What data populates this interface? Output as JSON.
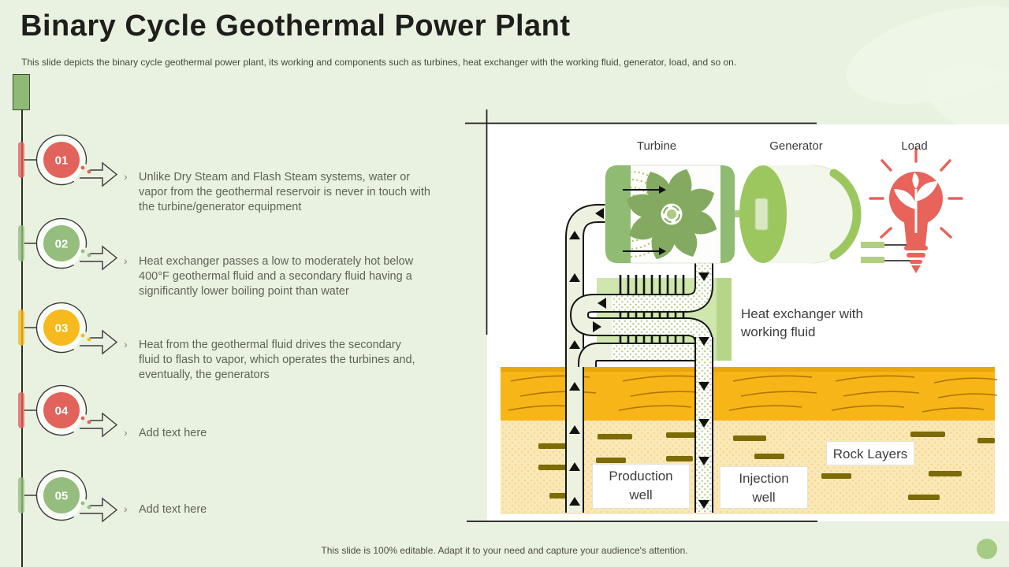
{
  "slide": {
    "title": "Binary Cycle Geothermal Power Plant",
    "subtitle": "This slide depicts the binary cycle geothermal power plant, its working and components such as turbines, heat exchanger with the working fluid, generator, load, and so on.",
    "footer": "This slide is 100% editable. Adapt it to your need and capture your audience's attention.",
    "bullet_glyph": "›"
  },
  "steps": [
    {
      "number": "01",
      "color": "#e2635c",
      "text": "Unlike Dry Steam and Flash Steam systems, water or\nvapor from the geothermal reservoir is never in touch with\nthe turbine/generator equipment"
    },
    {
      "number": "02",
      "color": "#94bd7e",
      "text": "Heat exchanger passes a low to moderately hot below\n400°F geothermal fluid and a secondary fluid having a\nsignificantly lower boiling point than water"
    },
    {
      "number": "03",
      "color": "#f6ba1f",
      "text": "Heat from the geothermal fluid drives the secondary\nfluid to flash to vapor, which operates the turbines and,\neventually, the generators"
    },
    {
      "number": "04",
      "color": "#e2635c",
      "text": "Add text here"
    },
    {
      "number": "05",
      "color": "#94bd7e",
      "text": "Add text here"
    }
  ],
  "diagram": {
    "turbine_label": "Turbine",
    "generator_label": "Generator",
    "load_label": "Load",
    "heat_exchanger_label": "Heat exchanger with\nworking fluid",
    "rock_layers_label": "Rock Layers",
    "production_well_label": "Production\nwell",
    "injection_well_label": "Injection\nwell",
    "colors": {
      "accent_green": "#8fbb72",
      "pipe_light_green": "#edf2e0",
      "exchanger_green": "#cfe6ad",
      "generator_green": "#9cc75e",
      "load_red": "#e8635a",
      "soil_orange": "#f8b517",
      "soil_cream": "#fae9b6",
      "rock_brown": "#7c6b06"
    }
  }
}
